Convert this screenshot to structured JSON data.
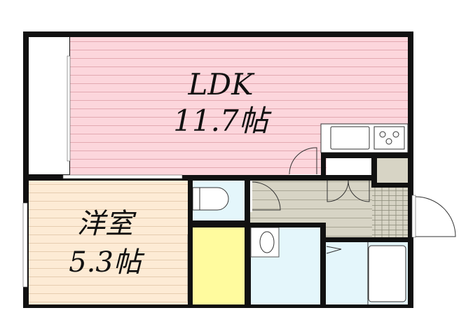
{
  "rooms": {
    "ldk": {
      "name": "LDK",
      "size": "11.7帖"
    },
    "western": {
      "name": "洋室",
      "size": "5.3帖"
    }
  },
  "colors": {
    "ldk": "#fcd6dc",
    "western": "#fdebd5",
    "hall": "#d7d4c5",
    "wet": "#e4f6fb",
    "closet": "#fffb9e",
    "wall": "#111111"
  }
}
